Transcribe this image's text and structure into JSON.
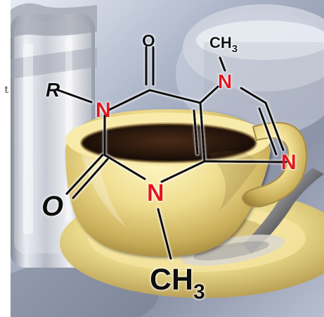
{
  "edge_text": "t",
  "molecule": {
    "r_group": "R",
    "top_oxygen": "O",
    "left_oxygen": "O",
    "n1": "N",
    "n3": "N",
    "n7": "N",
    "n9": "N",
    "methyl_top_main": "CH",
    "methyl_top_sub": "3",
    "methyl_bottom_main": "CH",
    "methyl_bottom_sub": "3"
  }
}
